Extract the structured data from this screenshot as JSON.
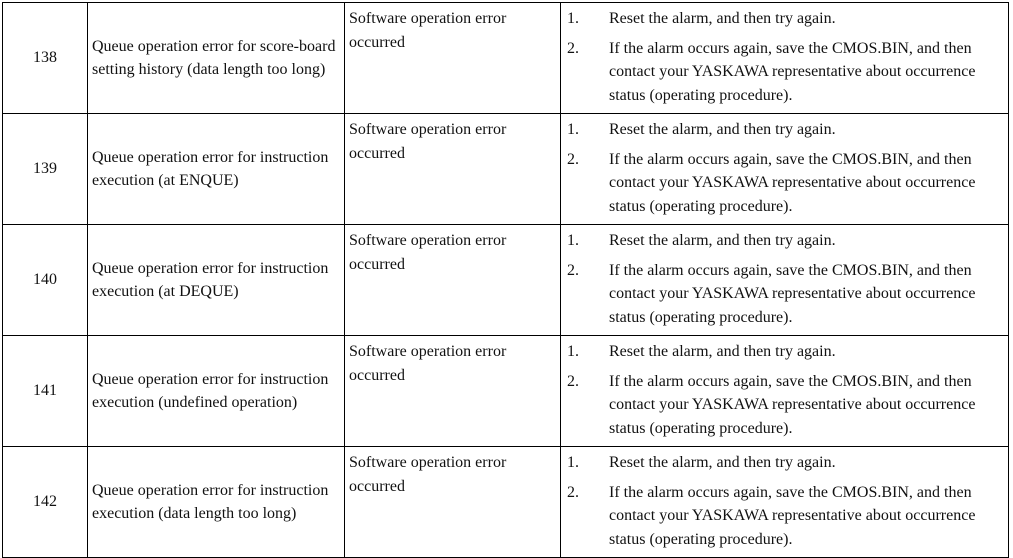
{
  "rows": [
    {
      "code": "138",
      "description": "Queue operation error for score-board setting history (data length too long)",
      "cause": "Software operation error occurred",
      "steps": [
        {
          "no": "1.",
          "text": "Reset the alarm, and then try again."
        },
        {
          "no": "2.",
          "text": "If the alarm occurs again, save the CMOS.BIN, and then contact your YASKAWA representative about occurrence status (operating procedure)."
        }
      ]
    },
    {
      "code": "139",
      "description": "Queue operation error for instruction execution (at ENQUE)",
      "cause": "Software operation error occurred",
      "steps": [
        {
          "no": "1.",
          "text": "Reset the alarm, and then try again."
        },
        {
          "no": "2.",
          "text": "If the alarm occurs again, save the CMOS.BIN, and then contact your YASKAWA representative about occurrence status (operating procedure)."
        }
      ]
    },
    {
      "code": "140",
      "description": "Queue operation error for instruction execution (at DEQUE)",
      "cause": "Software operation error occurred",
      "steps": [
        {
          "no": "1.",
          "text": "Reset the alarm, and then try again."
        },
        {
          "no": "2.",
          "text": "If the alarm occurs again, save the CMOS.BIN, and then contact your YASKAWA representative about occurrence status (operating procedure)."
        }
      ]
    },
    {
      "code": "141",
      "description": "Queue operation error for instruction execution (undefined operation)",
      "cause": "Software operation error occurred",
      "steps": [
        {
          "no": "1.",
          "text": "Reset the alarm, and then try again."
        },
        {
          "no": "2.",
          "text": "If the alarm occurs again, save the CMOS.BIN, and then contact your YASKAWA representative about occurrence status (operating procedure)."
        }
      ]
    },
    {
      "code": "142",
      "description": "Queue operation error for instruction execution (data length too long)",
      "cause": "Software operation error occurred",
      "steps": [
        {
          "no": "1.",
          "text": "Reset the alarm, and then try again."
        },
        {
          "no": "2.",
          "text": "If the alarm occurs again, save the CMOS.BIN, and then contact your YASKAWA representative about occurrence status (operating procedure)."
        }
      ]
    }
  ]
}
